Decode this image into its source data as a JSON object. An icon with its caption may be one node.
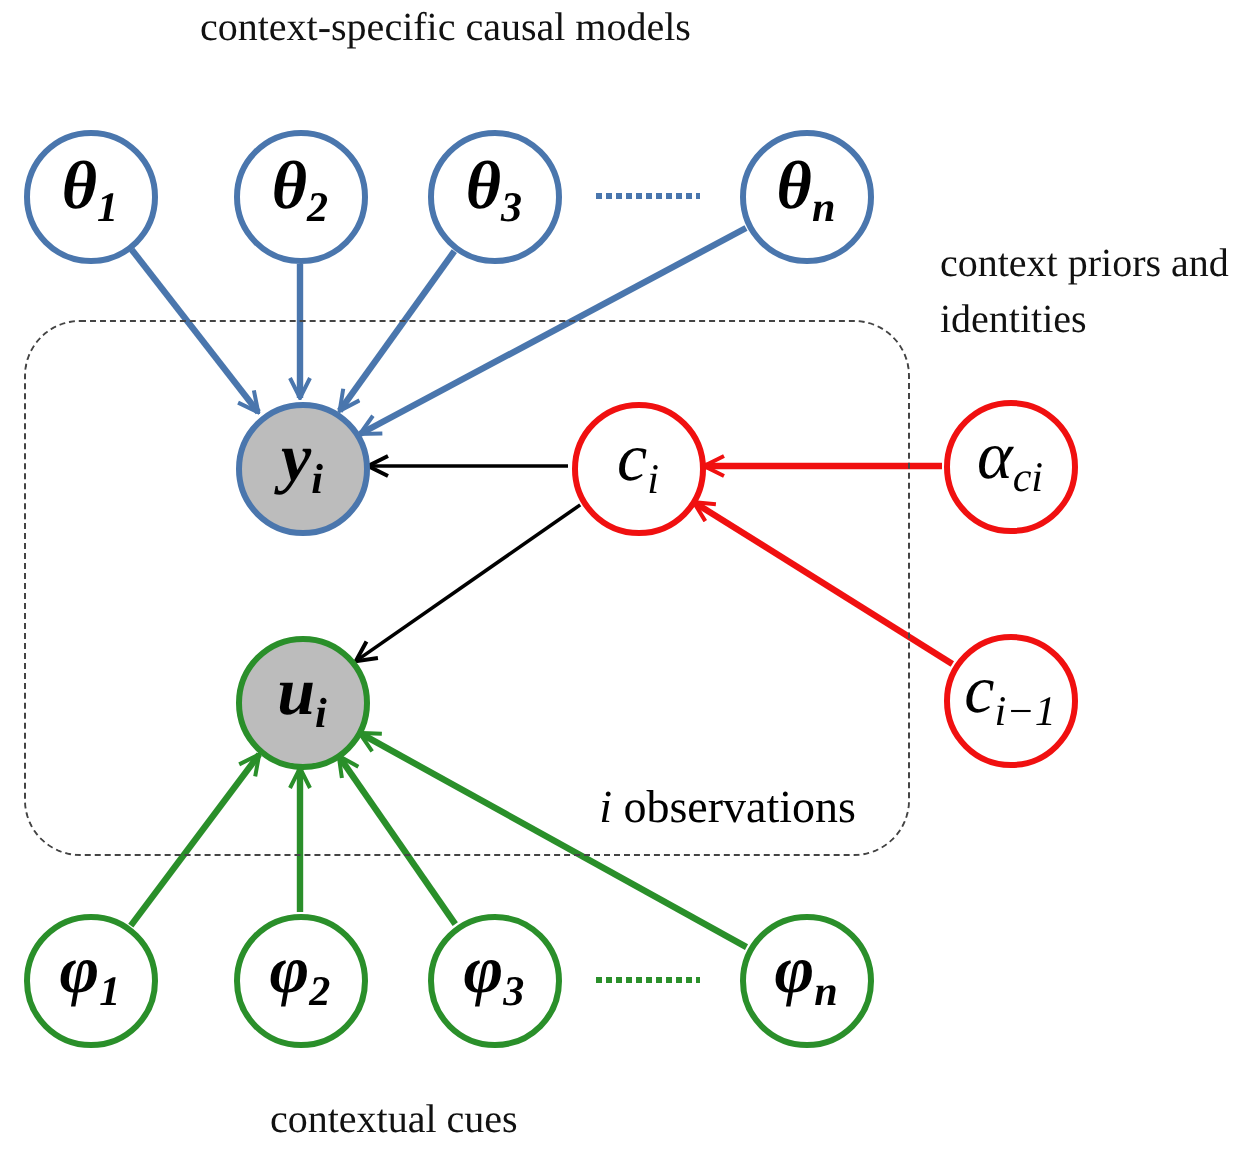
{
  "diagram": {
    "nodes": [
      {
        "text": [
          "θ$_{1}$"
        ]
      },
      {
        "text": [
          "θ$_{2}$"
        ]
      },
      {
        "text": [
          "θ$_{3}$"
        ]
      },
      {
        "text": [
          "θ$_{n}$"
        ]
      },
      {
        "text": [
          "*i* observations"
        ]
      },
      {
        "text": [
          "y$_{i}$"
        ],
        "in": 4
      },
      {
        "text": [
          "c$_{i}$"
        ],
        "in": 4
      },
      {
        "text": [
          "u$_{i}$"
        ],
        "in": 4
      },
      {
        "text": [
          "α$_{ci}$"
        ]
      },
      {
        "text": [
          "c$_{i−1}$"
        ]
      },
      {
        "text": [
          "φ$_{1}$"
        ]
      },
      {
        "text": [
          "φ$_{2}$"
        ]
      },
      {
        "text": [
          "φ$_{3}$"
        ]
      },
      {
        "text": [
          "φ$_{n}$"
        ]
      }
    ],
    "edges": [
      {
        "from": 0,
        "to": 5,
        "arrow": "to",
        "color": "#4a76ad"
      },
      {
        "from": 1,
        "to": 5,
        "arrow": "to",
        "color": "#4a76ad"
      },
      {
        "from": 2,
        "to": 5,
        "arrow": "to",
        "color": "#4a76ad"
      },
      {
        "from": 3,
        "to": 5,
        "arrow": "to",
        "color": "#4a76ad"
      },
      {
        "from": 6,
        "to": 5,
        "arrow": "to",
        "color": "#000000"
      },
      {
        "from": 6,
        "to": 7,
        "arrow": "to",
        "color": "#000000"
      },
      {
        "from": 8,
        "to": 6,
        "arrow": "to",
        "color": "#f01010"
      },
      {
        "from": 9,
        "to": 6,
        "arrow": "to",
        "color": "#f01010"
      },
      {
        "from": 10,
        "to": 7,
        "arrow": "to",
        "color": "#2a8f2a"
      },
      {
        "from": 11,
        "to": 7,
        "arrow": "to",
        "color": "#2a8f2a"
      },
      {
        "from": 12,
        "to": 7,
        "arrow": "to",
        "color": "#2a8f2a"
      },
      {
        "from": 13,
        "to": 7,
        "arrow": "to",
        "color": "#2a8f2a"
      }
    ],
    "labels": [
      "context-specific causal models",
      "context priors and identities",
      "contextual cues"
    ]
  }
}
